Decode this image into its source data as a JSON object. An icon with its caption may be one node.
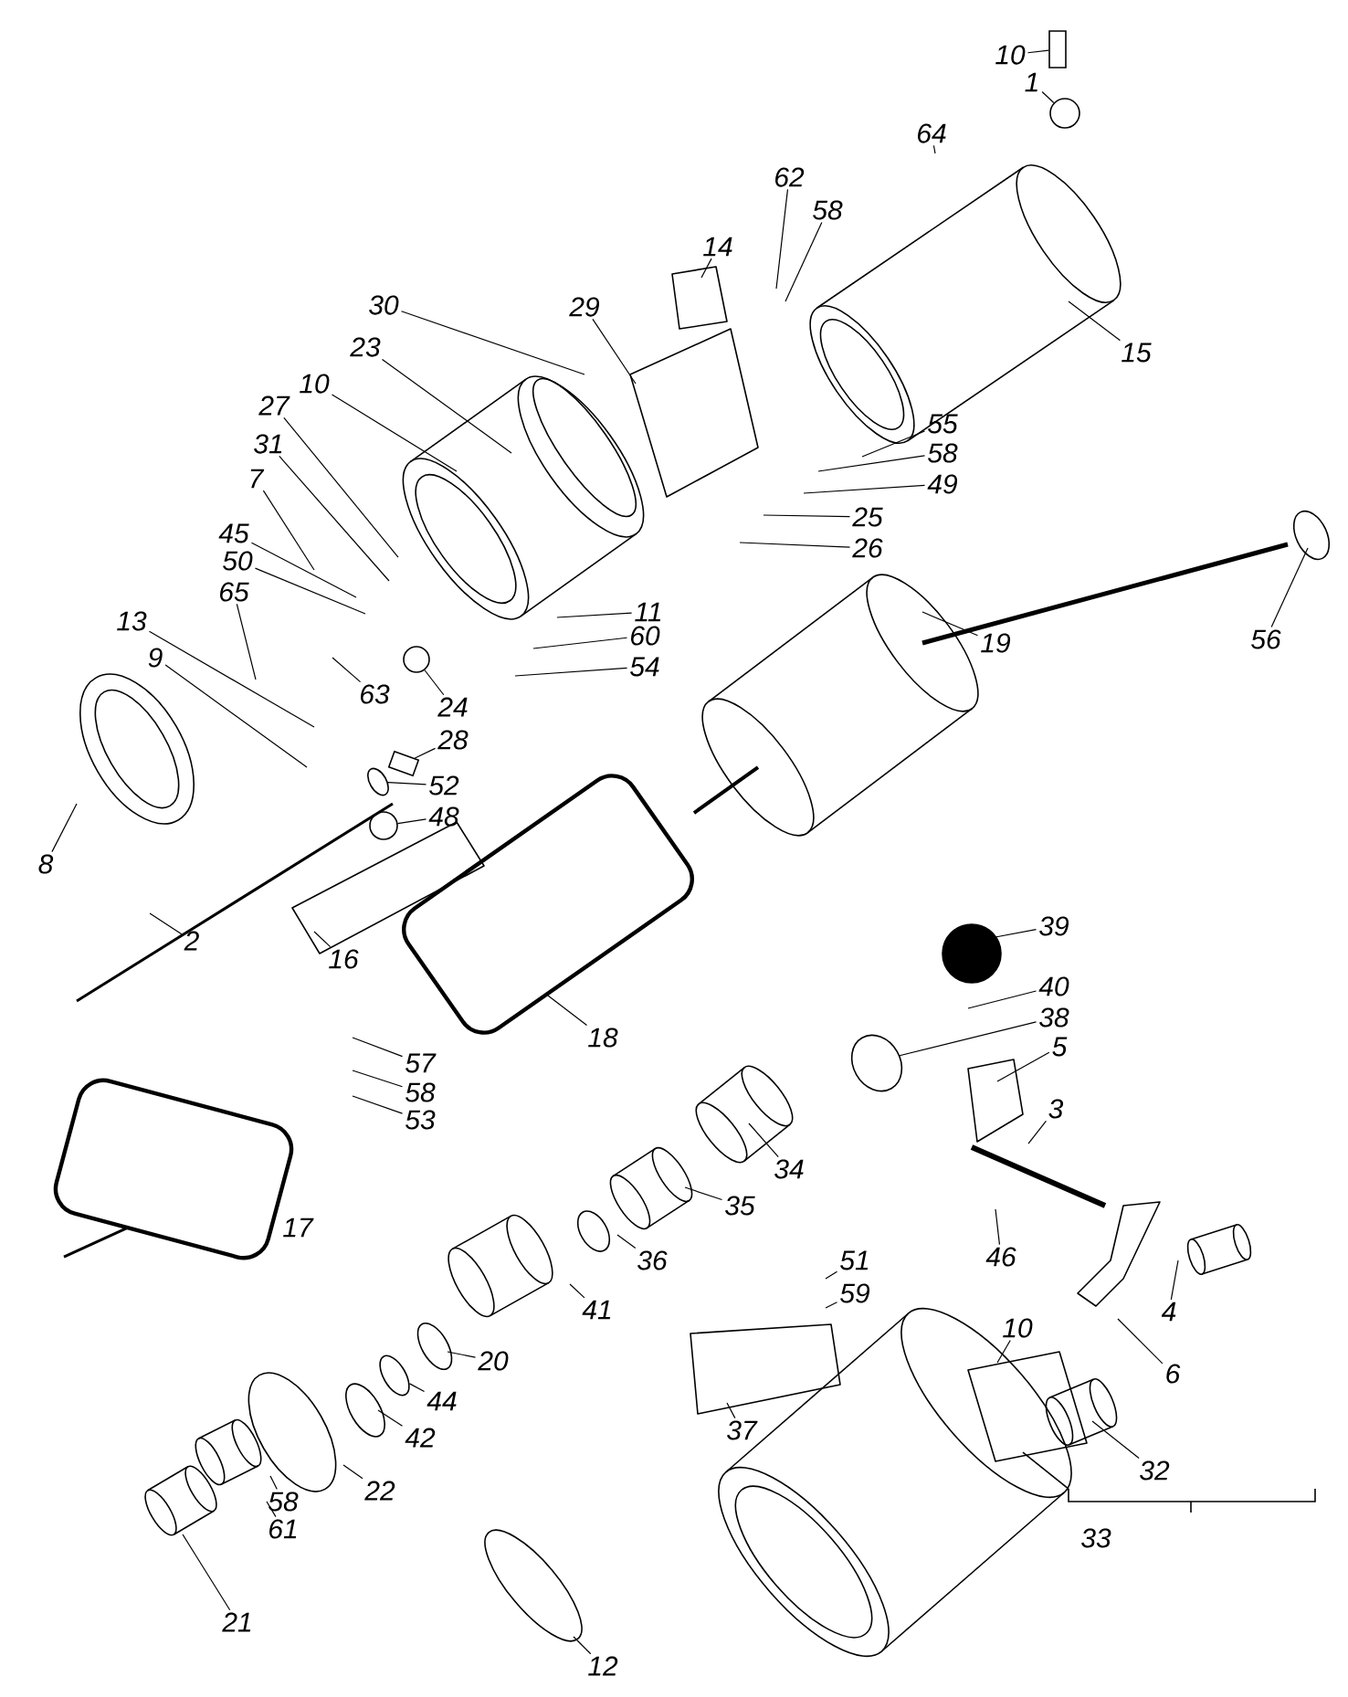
{
  "diagram": {
    "nodes": [
      {
        "text": [
          "10"
        ]
      },
      {
        "text": [
          "1"
        ]
      },
      {
        "text": [
          "64"
        ]
      },
      {
        "text": [
          "62"
        ]
      },
      {
        "text": [
          "58"
        ]
      },
      {
        "text": [
          "14"
        ]
      },
      {
        "text": [
          "29"
        ]
      },
      {
        "text": [
          "30"
        ]
      },
      {
        "text": [
          "23"
        ]
      },
      {
        "text": [
          "15"
        ]
      },
      {
        "text": [
          "55"
        ]
      },
      {
        "text": [
          "58"
        ]
      },
      {
        "text": [
          "49"
        ]
      },
      {
        "text": [
          "10"
        ]
      },
      {
        "text": [
          "27"
        ]
      },
      {
        "text": [
          "31"
        ]
      },
      {
        "text": [
          "7"
        ]
      },
      {
        "text": [
          "25"
        ]
      },
      {
        "text": [
          "26"
        ]
      },
      {
        "text": [
          "45"
        ]
      },
      {
        "text": [
          "50"
        ]
      },
      {
        "text": [
          "65"
        ]
      },
      {
        "text": [
          "11"
        ]
      },
      {
        "text": [
          "60"
        ]
      },
      {
        "text": [
          "54"
        ]
      },
      {
        "text": [
          "56"
        ]
      },
      {
        "text": [
          "19"
        ]
      },
      {
        "text": [
          "13"
        ]
      },
      {
        "text": [
          "9"
        ]
      },
      {
        "text": [
          "63"
        ]
      },
      {
        "text": [
          "24"
        ]
      },
      {
        "text": [
          "28"
        ]
      },
      {
        "text": [
          "52"
        ]
      },
      {
        "text": [
          "48"
        ]
      },
      {
        "text": [
          "8"
        ]
      },
      {
        "text": [
          "2"
        ]
      },
      {
        "text": [
          "16"
        ]
      },
      {
        "text": [
          "18"
        ]
      },
      {
        "text": [
          "39"
        ]
      },
      {
        "text": [
          "40"
        ]
      },
      {
        "text": [
          "38"
        ]
      },
      {
        "text": [
          "5"
        ]
      },
      {
        "text": [
          "57"
        ]
      },
      {
        "text": [
          "58"
        ]
      },
      {
        "text": [
          "53"
        ]
      },
      {
        "text": [
          "3"
        ]
      },
      {
        "text": [
          "34"
        ]
      },
      {
        "text": [
          "35"
        ]
      },
      {
        "text": [
          "46"
        ]
      },
      {
        "text": [
          "36"
        ]
      },
      {
        "text": [
          "41"
        ]
      },
      {
        "text": [
          "4"
        ]
      },
      {
        "text": [
          "20"
        ]
      },
      {
        "text": [
          "6"
        ]
      },
      {
        "text": [
          "51"
        ]
      },
      {
        "text": [
          "59"
        ]
      },
      {
        "text": [
          "10"
        ]
      },
      {
        "text": [
          "44"
        ]
      },
      {
        "text": [
          "42"
        ]
      },
      {
        "text": [
          "37"
        ]
      },
      {
        "text": [
          "32"
        ]
      },
      {
        "text": [
          "22"
        ]
      },
      {
        "text": [
          "58"
        ]
      },
      {
        "text": [
          "61"
        ]
      },
      {
        "text": [
          "21"
        ]
      },
      {
        "text": [
          "12"
        ]
      },
      {
        "text": [],
        "shape": "box"
      },
      {
        "text": [],
        "shape": "circle"
      },
      {
        "text": [],
        "shape": "circle"
      },
      {
        "text": [],
        "shape": "box"
      },
      {
        "text": [],
        "shape": "circle"
      },
      {
        "text": [],
        "shape": "circle"
      },
      {
        "text": [],
        "shape": "circle"
      }
    ],
    "edges": [
      {
        "from": 0,
        "to": 66,
        "arrow": "none"
      },
      {
        "from": 1,
        "to": 67,
        "arrow": "none"
      },
      {
        "from": 2,
        "to": null,
        "arrow": "none"
      },
      {
        "from": 3,
        "to": null,
        "arrow": "none"
      },
      {
        "from": 4,
        "to": null,
        "arrow": "none"
      },
      {
        "from": 5,
        "to": null,
        "arrow": "none"
      },
      {
        "from": 6,
        "to": null,
        "arrow": "none"
      },
      {
        "from": 7,
        "to": null,
        "arrow": "none"
      },
      {
        "from": 8,
        "to": null,
        "arrow": "none"
      },
      {
        "from": 9,
        "to": null,
        "arrow": "none"
      },
      {
        "from": 10,
        "to": null,
        "arrow": "none"
      },
      {
        "from": 11,
        "to": null,
        "arrow": "none"
      },
      {
        "from": 12,
        "to": null,
        "arrow": "none"
      },
      {
        "from": 13,
        "to": null,
        "arrow": "none"
      },
      {
        "from": 14,
        "to": null,
        "arrow": "none"
      },
      {
        "from": 15,
        "to": null,
        "arrow": "none"
      },
      {
        "from": 16,
        "to": null,
        "arrow": "none"
      },
      {
        "from": 17,
        "to": null,
        "arrow": "none"
      },
      {
        "from": 18,
        "to": null,
        "arrow": "none"
      },
      {
        "from": 19,
        "to": null,
        "arrow": "none"
      },
      {
        "from": 20,
        "to": null,
        "arrow": "none"
      },
      {
        "from": 21,
        "to": null,
        "arrow": "none"
      },
      {
        "from": 22,
        "to": null,
        "arrow": "none"
      },
      {
        "from": 23,
        "to": null,
        "arrow": "none"
      },
      {
        "from": 24,
        "to": null,
        "arrow": "none"
      },
      {
        "from": 25,
        "to": null,
        "arrow": "none"
      },
      {
        "from": 26,
        "to": null,
        "arrow": "none"
      },
      {
        "from": 27,
        "to": null,
        "arrow": "none"
      },
      {
        "from": 28,
        "to": null,
        "arrow": "none"
      },
      {
        "from": 29,
        "to": null,
        "arrow": "none"
      },
      {
        "from": 30,
        "to": 68,
        "arrow": "none"
      },
      {
        "from": 31,
        "to": 69,
        "arrow": "none"
      },
      {
        "from": 32,
        "to": 70,
        "arrow": "none"
      },
      {
        "from": 33,
        "to": 71,
        "arrow": "none"
      },
      {
        "from": 34,
        "to": null,
        "arrow": "none"
      },
      {
        "from": 35,
        "to": null,
        "arrow": "none"
      },
      {
        "from": 36,
        "to": null,
        "arrow": "none"
      },
      {
        "from": 37,
        "to": null,
        "arrow": "none"
      },
      {
        "from": 38,
        "to": null,
        "arrow": "none"
      },
      {
        "from": 39,
        "to": null,
        "arrow": "none"
      },
      {
        "from": 40,
        "to": null,
        "arrow": "none"
      },
      {
        "from": 41,
        "to": null,
        "arrow": "none"
      },
      {
        "from": 42,
        "to": null,
        "arrow": "none"
      },
      {
        "from": 43,
        "to": null,
        "arrow": "none"
      },
      {
        "from": 44,
        "to": null,
        "arrow": "none"
      },
      {
        "from": 45,
        "to": null,
        "arrow": "none"
      },
      {
        "from": 46,
        "to": null,
        "arrow": "none"
      },
      {
        "from": 47,
        "to": null,
        "arrow": "none"
      },
      {
        "from": 48,
        "to": null,
        "arrow": "none"
      },
      {
        "from": 49,
        "to": null,
        "arrow": "none"
      },
      {
        "from": 50,
        "to": null,
        "arrow": "none"
      },
      {
        "from": 51,
        "to": null,
        "arrow": "none"
      },
      {
        "from": 52,
        "to": null,
        "arrow": "none"
      },
      {
        "from": 53,
        "to": null,
        "arrow": "none"
      },
      {
        "from": 54,
        "to": null,
        "arrow": "none"
      },
      {
        "from": 55,
        "to": null,
        "arrow": "none"
      },
      {
        "from": 56,
        "to": null,
        "arrow": "none"
      },
      {
        "from": 57,
        "to": 72,
        "arrow": "none"
      },
      {
        "from": 58,
        "to": null,
        "arrow": "none"
      },
      {
        "from": 59,
        "to": null,
        "arrow": "none"
      },
      {
        "from": 60,
        "to": null,
        "arrow": "none"
      },
      {
        "from": 61,
        "to": null,
        "arrow": "none"
      },
      {
        "from": 62,
        "to": null,
        "arrow": "none"
      },
      {
        "from": 63,
        "to": null,
        "arrow": "none"
      },
      {
        "from": 64,
        "to": null,
        "arrow": "none"
      },
      {
        "from": 65,
        "to": null,
        "arrow": "none"
      }
    ],
    "labels": [
      "17",
      "33"
    ]
  }
}
